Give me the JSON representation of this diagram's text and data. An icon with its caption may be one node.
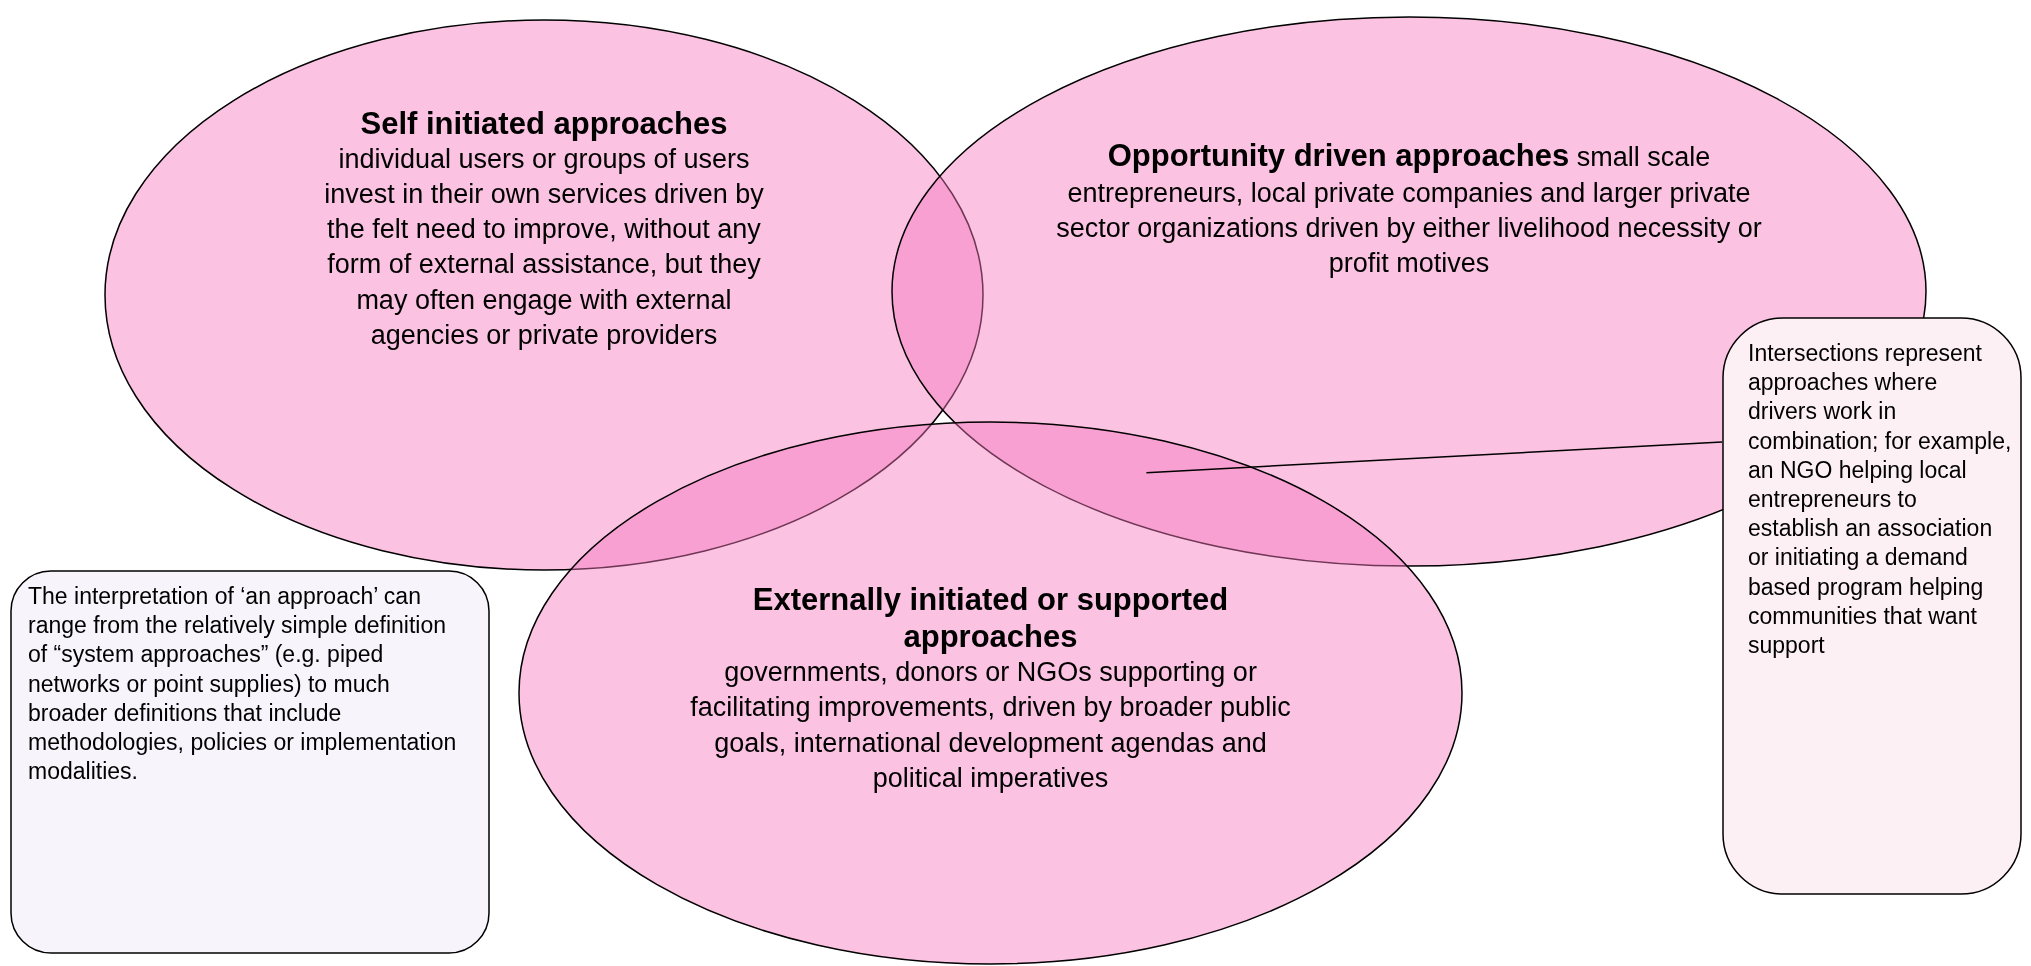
{
  "diagram": {
    "nodes": [
      {
        "text": [
          "Self initiated approaches",
          "individual users or groups of users invest in their own services driven by the felt need to improve, without any form of external assistance, but they may often engage with external agencies or private providers"
        ]
      },
      {
        "text": [
          "Opportunity driven approaches",
          "small scale entrepreneurs, local private companies and larger private sector organizations driven by either livelihood necessity or profit motives"
        ]
      },
      {
        "text": [
          "Externally initiated or supported approaches",
          "governments, donors or NGOs supporting or facilitating improvements, driven by  broader public goals, international development agendas and political imperatives"
        ]
      },
      {
        "text": [
          "The interpretation of ‘an approach’ can range from the relatively simple definition of “system approaches” (e.g. piped networks or point supplies) to much broader definitions that include methodologies, policies or implementation modalities."
        ]
      },
      {
        "text": [
          "Intersections represent approaches where drivers work in combination; for example, an NGO helping local entrepreneurs to establish an association or initiating a demand based program helping communities that want support"
        ]
      }
    ],
    "edges": [
      {
        "from": 4,
        "to": 2,
        "arrow": "none"
      }
    ]
  }
}
